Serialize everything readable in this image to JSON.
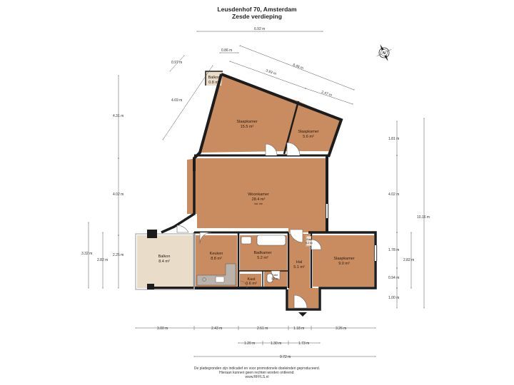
{
  "header": {
    "address": "Leusdenhof 70, Amsterdam",
    "floor": "Zesde verdieping"
  },
  "rooms": {
    "balkon_small": {
      "name": "Balkon",
      "area": "0.8 m²"
    },
    "slaapkamer_1": {
      "name": "Slaapkamer",
      "area": "15.5 m²"
    },
    "slaapkamer_2": {
      "name": "Slaapkamer",
      "area": "5.6 m²"
    },
    "woonkamer": {
      "name": "Woonkamer",
      "area": "28.4 m²",
      "note": "incl. ble"
    },
    "balkon_large": {
      "name": "Balkon",
      "area": "8.4 m²"
    },
    "keuken": {
      "name": "Keuken",
      "area": "8.8 m²"
    },
    "badkamer": {
      "name": "Badkamer",
      "area": "5.2 m²"
    },
    "kast": {
      "name": "Kast",
      "area": "0.6 m²"
    },
    "toilet": {
      "name": "Toilet",
      "area": "1.2 m²"
    },
    "hal": {
      "name": "Hal",
      "area": "5.1 m²"
    },
    "kast_small": {
      "name": "Kast",
      "area": "0.2 m²"
    },
    "slaapkamer_3": {
      "name": "Slaapkamer",
      "area": "9.0 m²"
    }
  },
  "dimensions": {
    "top_692": "6.92 m",
    "top_086": "0.86 m",
    "top_646": "6.46 m",
    "top_393": "3.93 m",
    "top_247": "2.47 m",
    "left_097": "0.97 m",
    "left_469": "4.69 m",
    "left_431": "4.31 m",
    "left_402": "4.02 m",
    "left_332": "3.32 m",
    "left_282": "2.82 m",
    "left_225": "2.25 m",
    "right_181": "1.81 m",
    "right_402": "4.02 m",
    "right_1016": "10.16 m",
    "right_178": "1.78 m",
    "right_282": "2.82 m",
    "right_094": "0.94 m",
    "right_100": "1.00 m",
    "bottom_300": "3.00 m",
    "bottom_243": "2.43 m",
    "bottom_261": "2.61 m",
    "bottom_118": "1.18 m",
    "bottom_326": "3.26 m",
    "bottom_120": "1.20 m",
    "bottom_130": "1.30 m",
    "bottom_173": "1.73 m",
    "bottom_972": "9.72 m"
  },
  "compass": {
    "label": "N"
  },
  "footer": {
    "line1": "De plattegronden zijn indicatief en voor promotionele doeleinden geproduceerd.",
    "line2": "Hieraan kunnen geen rechten worden ontleend.",
    "line3": "www.RFFLS.nl"
  },
  "colors": {
    "room_fill": "#c98c60",
    "balcony_fill": "#e9dcc8",
    "wall": "#1c1c1c",
    "dim_line": "#555555"
  }
}
